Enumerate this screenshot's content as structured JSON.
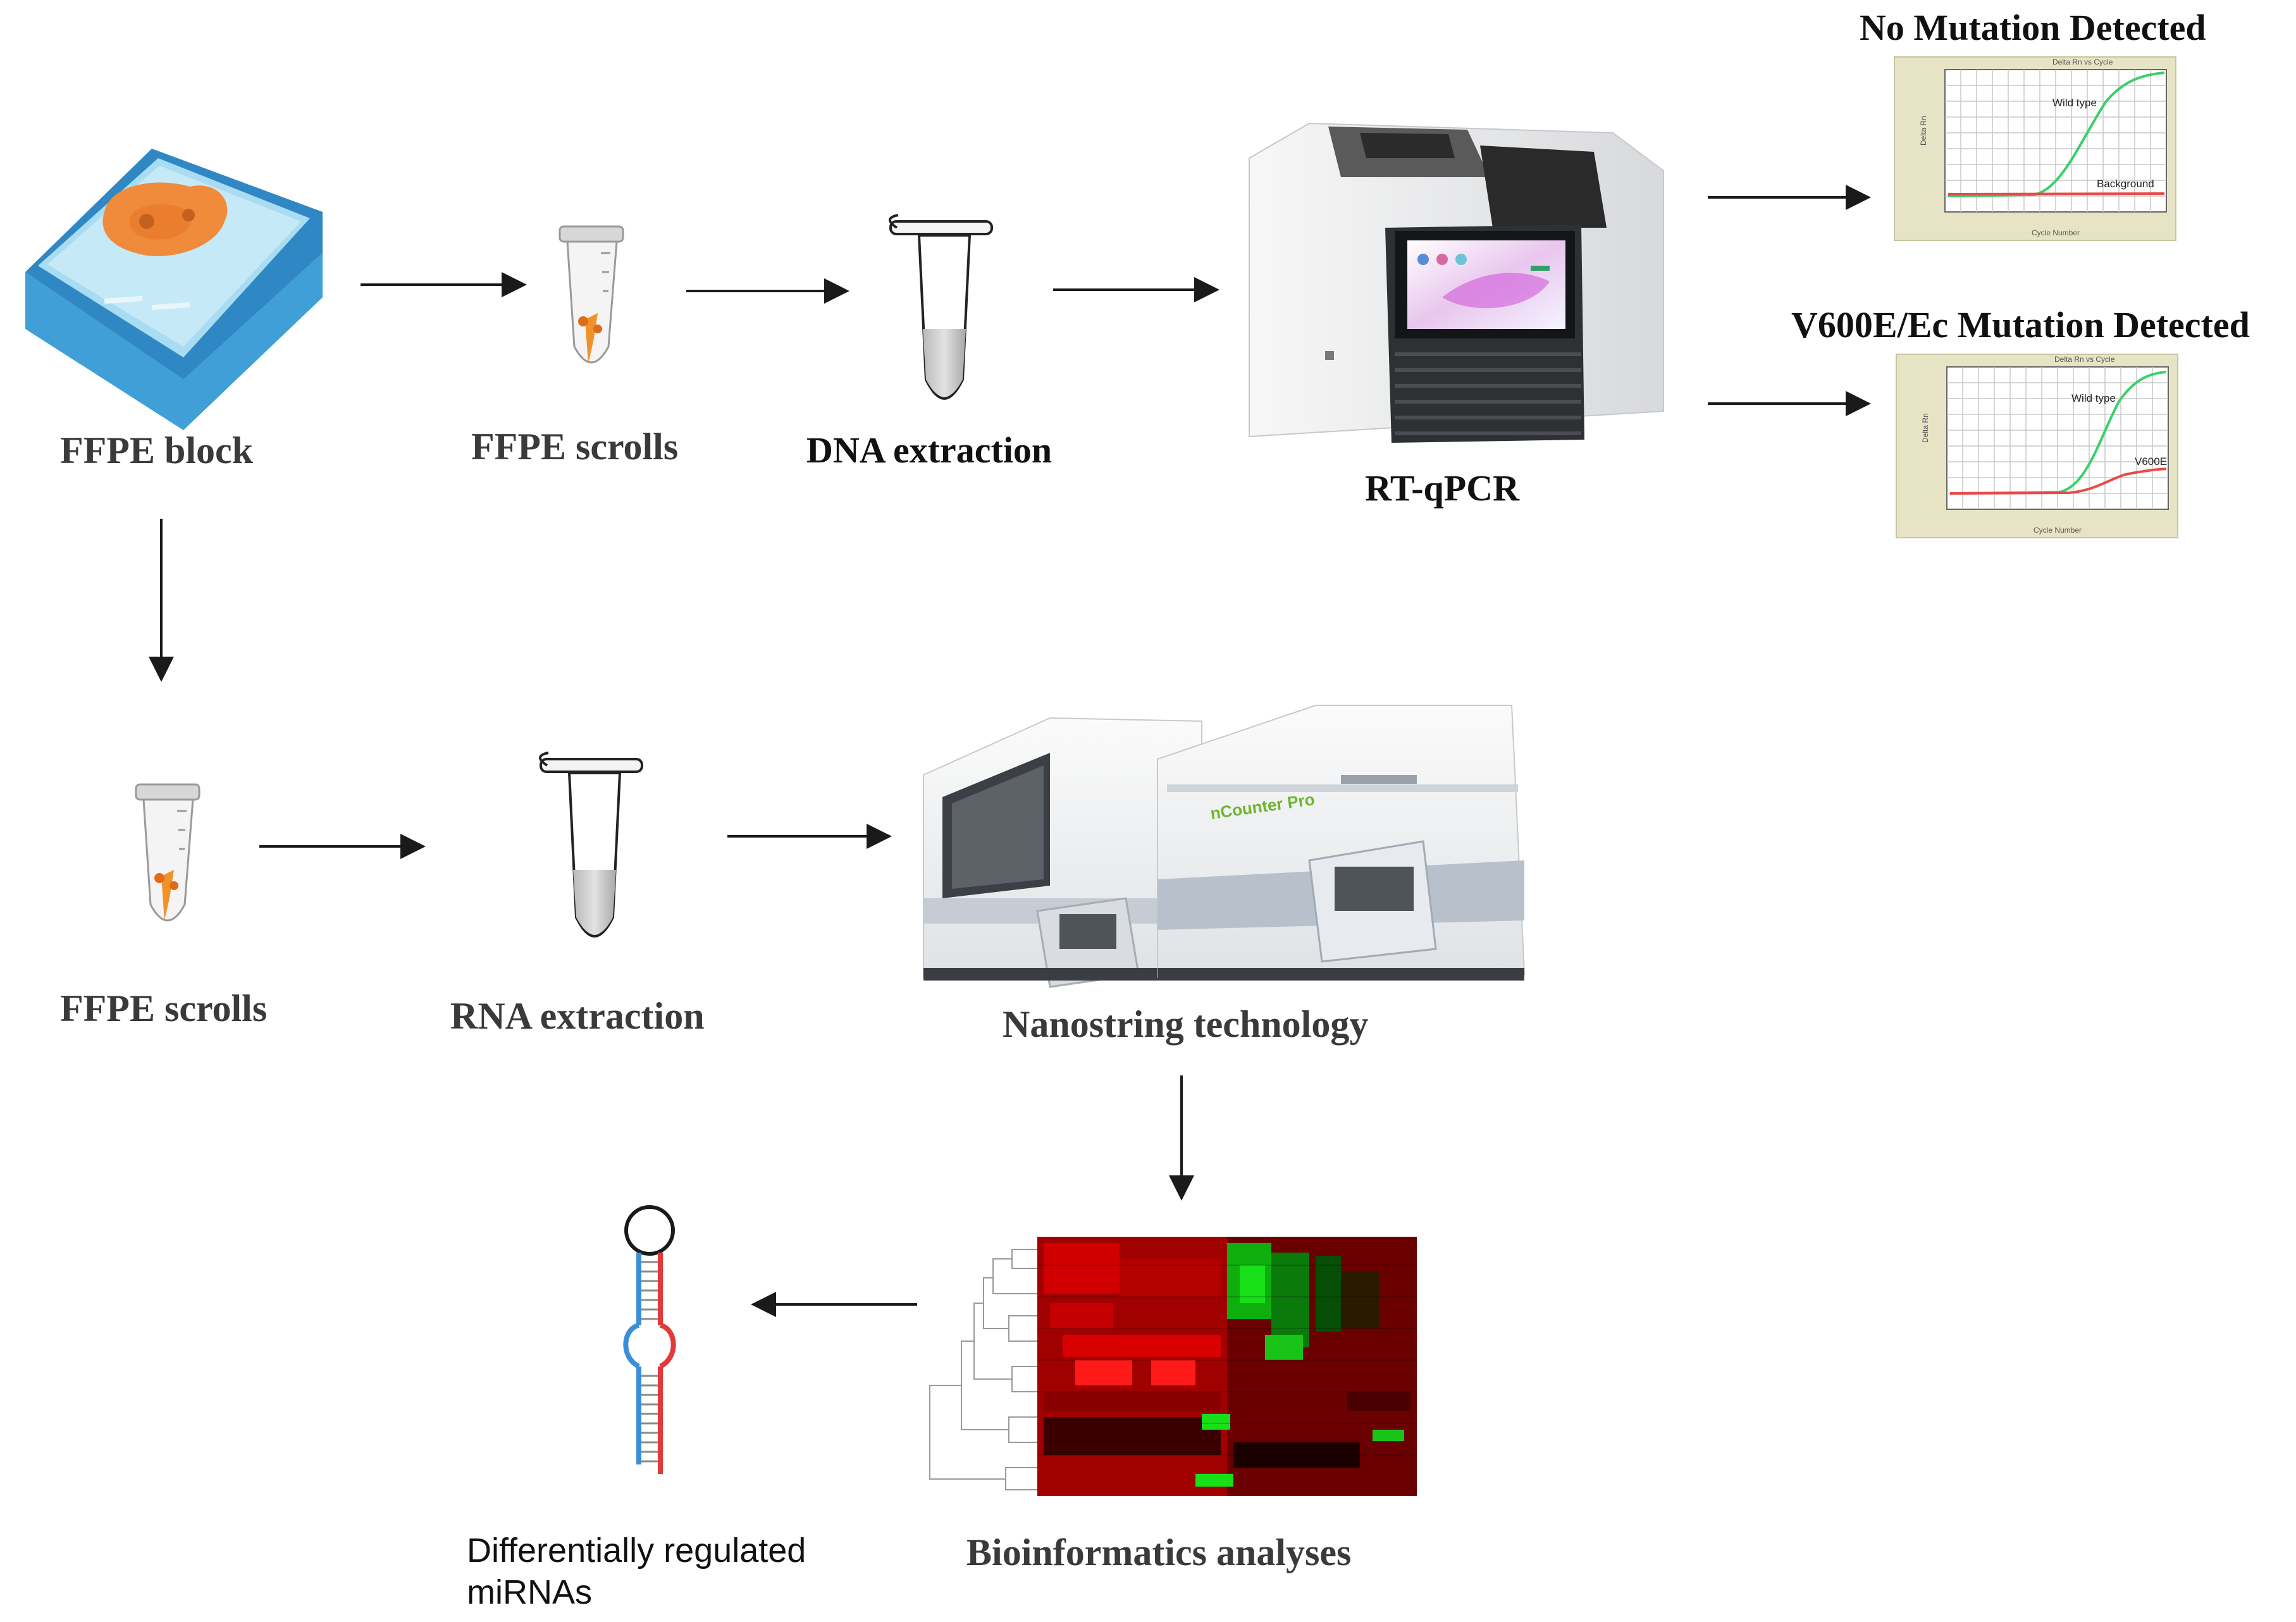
{
  "labels": {
    "ffpe_block": "FFPE block",
    "ffpe_scrolls_top": "FFPE scrolls",
    "dna_extraction": "DNA extraction",
    "rt_qpcr": "RT-qPCR",
    "no_mutation": "No Mutation Detected",
    "v600e_mutation": "V600E/Ec Mutation Detected",
    "ffpe_scrolls_bottom": "FFPE scrolls",
    "rna_extraction": "RNA extraction",
    "nanostring": "Nanostring technology",
    "bioinformatics": "Bioinformatics analyses",
    "mirnas_line1": "Differentially regulated",
    "mirnas_line2": "miRNAs"
  },
  "instruments": {
    "nanostring_brand": "nCounter Pro"
  },
  "charts": [
    {
      "name": "no-mutation",
      "title": "Delta Rn vs Cycle",
      "xlabel": "Cycle Number",
      "ylabel": "Delta Rn",
      "series": [
        {
          "name": "Wild type",
          "color": "#3ccf6a"
        },
        {
          "name": "Background",
          "color": "#e84a4a"
        }
      ]
    },
    {
      "name": "v600e-mutation",
      "title": "Delta Rn vs Cycle",
      "xlabel": "Cycle Number",
      "ylabel": "Delta Rn",
      "series": [
        {
          "name": "Wild type",
          "color": "#3ccf6a"
        },
        {
          "name": "V600E",
          "color": "#e84a4a"
        }
      ]
    }
  ],
  "colors": {
    "arrow": "#1a1a1a",
    "block_top": "#a9dcf2",
    "block_side": "#3f9fd6",
    "tissue": "#f08b3c",
    "heatmap_red": "#d40000",
    "heatmap_green": "#18c418",
    "hairpin_blue": "#3a8fd8",
    "hairpin_red": "#e23a3a"
  }
}
